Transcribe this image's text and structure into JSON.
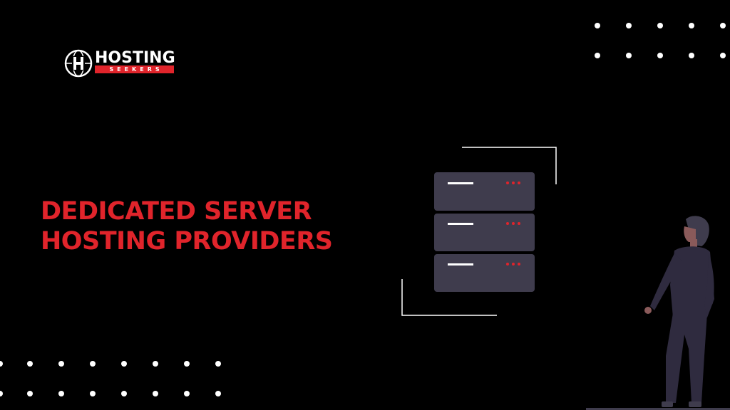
{
  "logo": {
    "word": "HOSTING",
    "sub": "SEEKERS",
    "brand_red": "#e0242b"
  },
  "headline": {
    "line1": "DEDICATED SERVER",
    "line2": "HOSTING PROVIDERS",
    "color": "#e0242b"
  },
  "illustration": {
    "server_units": 3,
    "server_color": "#3f3c4d",
    "person_color": "#2f2b3f",
    "icons": [
      "server-rack-icon",
      "person-figure"
    ]
  },
  "background": "#000000"
}
